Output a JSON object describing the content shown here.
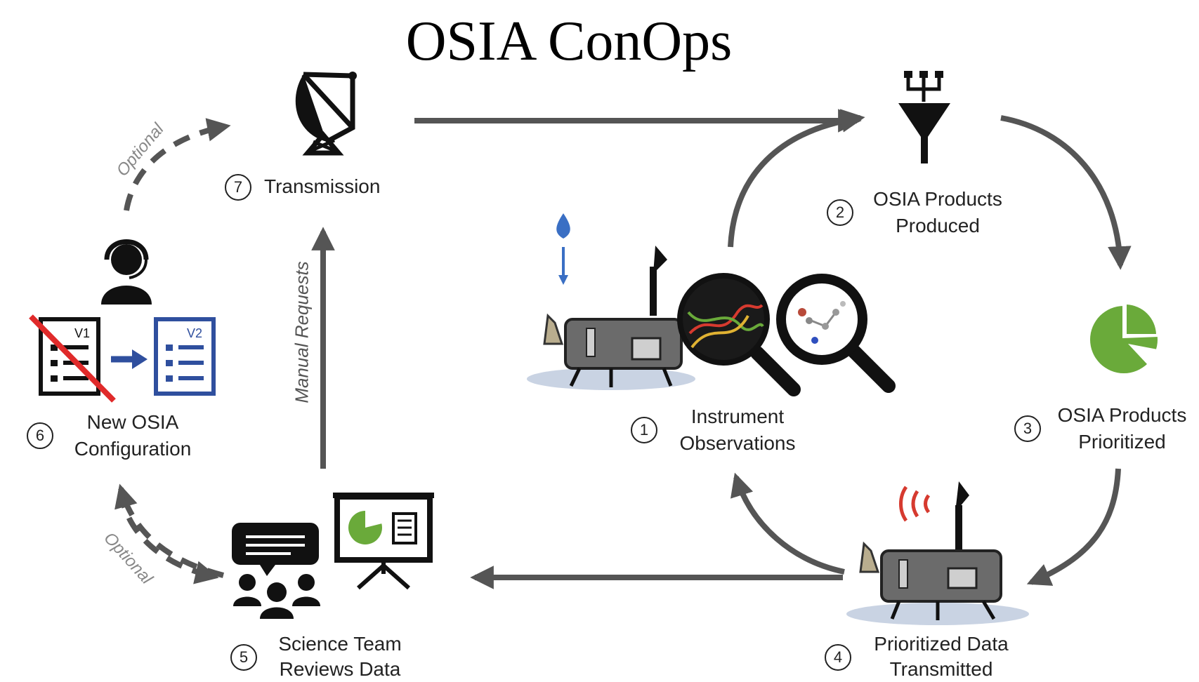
{
  "title": "OSIA ConOps",
  "steps": [
    {
      "number": "1",
      "label_line1": "Instrument",
      "label_line2": "Observations"
    },
    {
      "number": "2",
      "label_line1": "OSIA Products",
      "label_line2": "Produced"
    },
    {
      "number": "3",
      "label_line1": "OSIA Products",
      "label_line2": "Prioritized"
    },
    {
      "number": "4",
      "label_line1": "Prioritized Data",
      "label_line2": "Transmitted"
    },
    {
      "number": "5",
      "label_line1": "Science Team",
      "label_line2": "Reviews Data"
    },
    {
      "number": "6",
      "label_line1": "New OSIA",
      "label_line2": "Configuration"
    },
    {
      "number": "7",
      "label_line1": "Transmission",
      "label_line2": ""
    }
  ],
  "edge_labels": {
    "manual_requests": "Manual Requests",
    "optional_top": "Optional",
    "optional_bottom": "Optional"
  },
  "config_versions": {
    "old": "V1",
    "new": "V2"
  },
  "icons": [
    "satellite-dish-icon",
    "funnel-icon",
    "pie-chart-icon",
    "lander-icon",
    "magnifier-icon",
    "water-drop-icon",
    "operator-icon",
    "checklist-icon",
    "presentation-board-icon",
    "team-icon",
    "chat-bubble-icon",
    "signal-waves-icon"
  ],
  "colors": {
    "arrow": "#555555",
    "accent_green": "#6aaa3a",
    "accent_blue": "#2f4f9e",
    "strike_red": "#e02a2a",
    "drop_blue": "#3a6fc4",
    "signal_red": "#d63a2f"
  }
}
